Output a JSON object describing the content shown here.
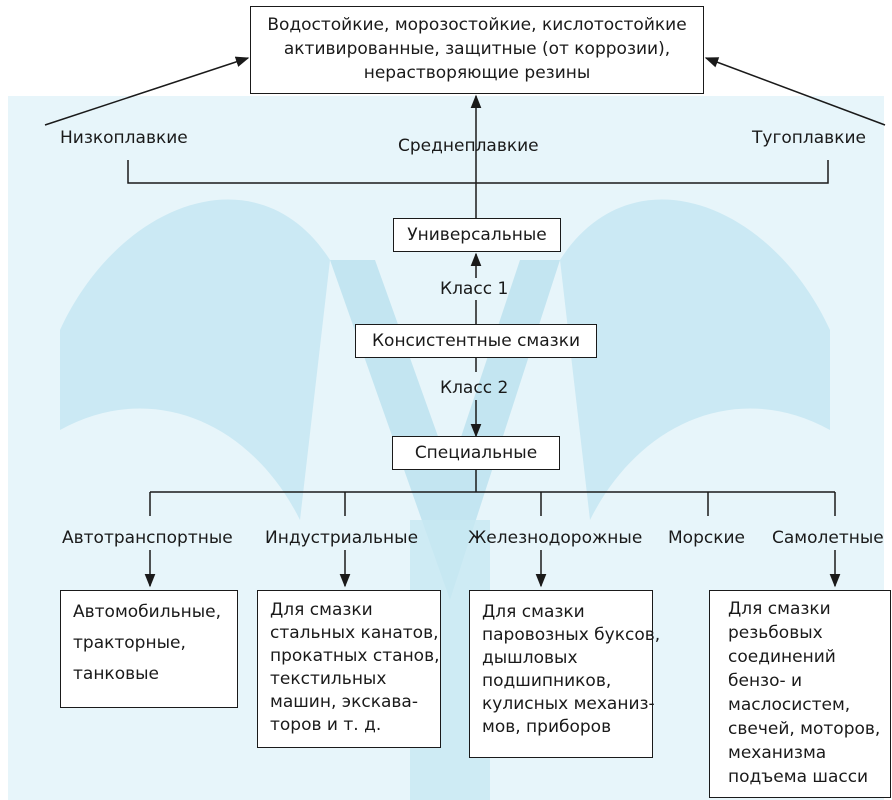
{
  "top_box": {
    "lines": [
      "Водостойкие, морозостойкие, кислотостойкие",
      "активированные, защитные (от коррозии),",
      "нерастворяющие резины"
    ]
  },
  "melting": {
    "low": "Низкоплавкие",
    "medium": "Среднеплавкие",
    "high": "Тугоплавкие"
  },
  "universal": "Универсальные",
  "class1": "Класс 1",
  "consistent": "Консистентные смазки",
  "class2": "Класс 2",
  "special": "Специальные",
  "categories": [
    "Автотранспортные",
    "Индустриальные",
    "Железнодорожные",
    "Морские",
    "Самолетные"
  ],
  "leaves": {
    "auto": [
      "Автомобильные,",
      "тракторные,",
      "танковые"
    ],
    "industrial": [
      "Для смазки",
      "стальных канатов,",
      "прокатных станов,",
      "текстильных",
      "машин, экскава-",
      "торов и  т.  д."
    ],
    "railway": [
      "Для смазки",
      "паровозных буксов,",
      "дышловых",
      "подшипников,",
      "кулисных механиз-",
      "мов, приборов"
    ],
    "aircraft": [
      "Для смазки",
      "резьбовых",
      "соединений",
      "бензо- и",
      "маслосистем,",
      "свечей, моторов,",
      "механизма",
      "подъема шасси"
    ]
  },
  "colors": {
    "watermark": "#c8e8f3",
    "ink": "#1a1a1a"
  }
}
